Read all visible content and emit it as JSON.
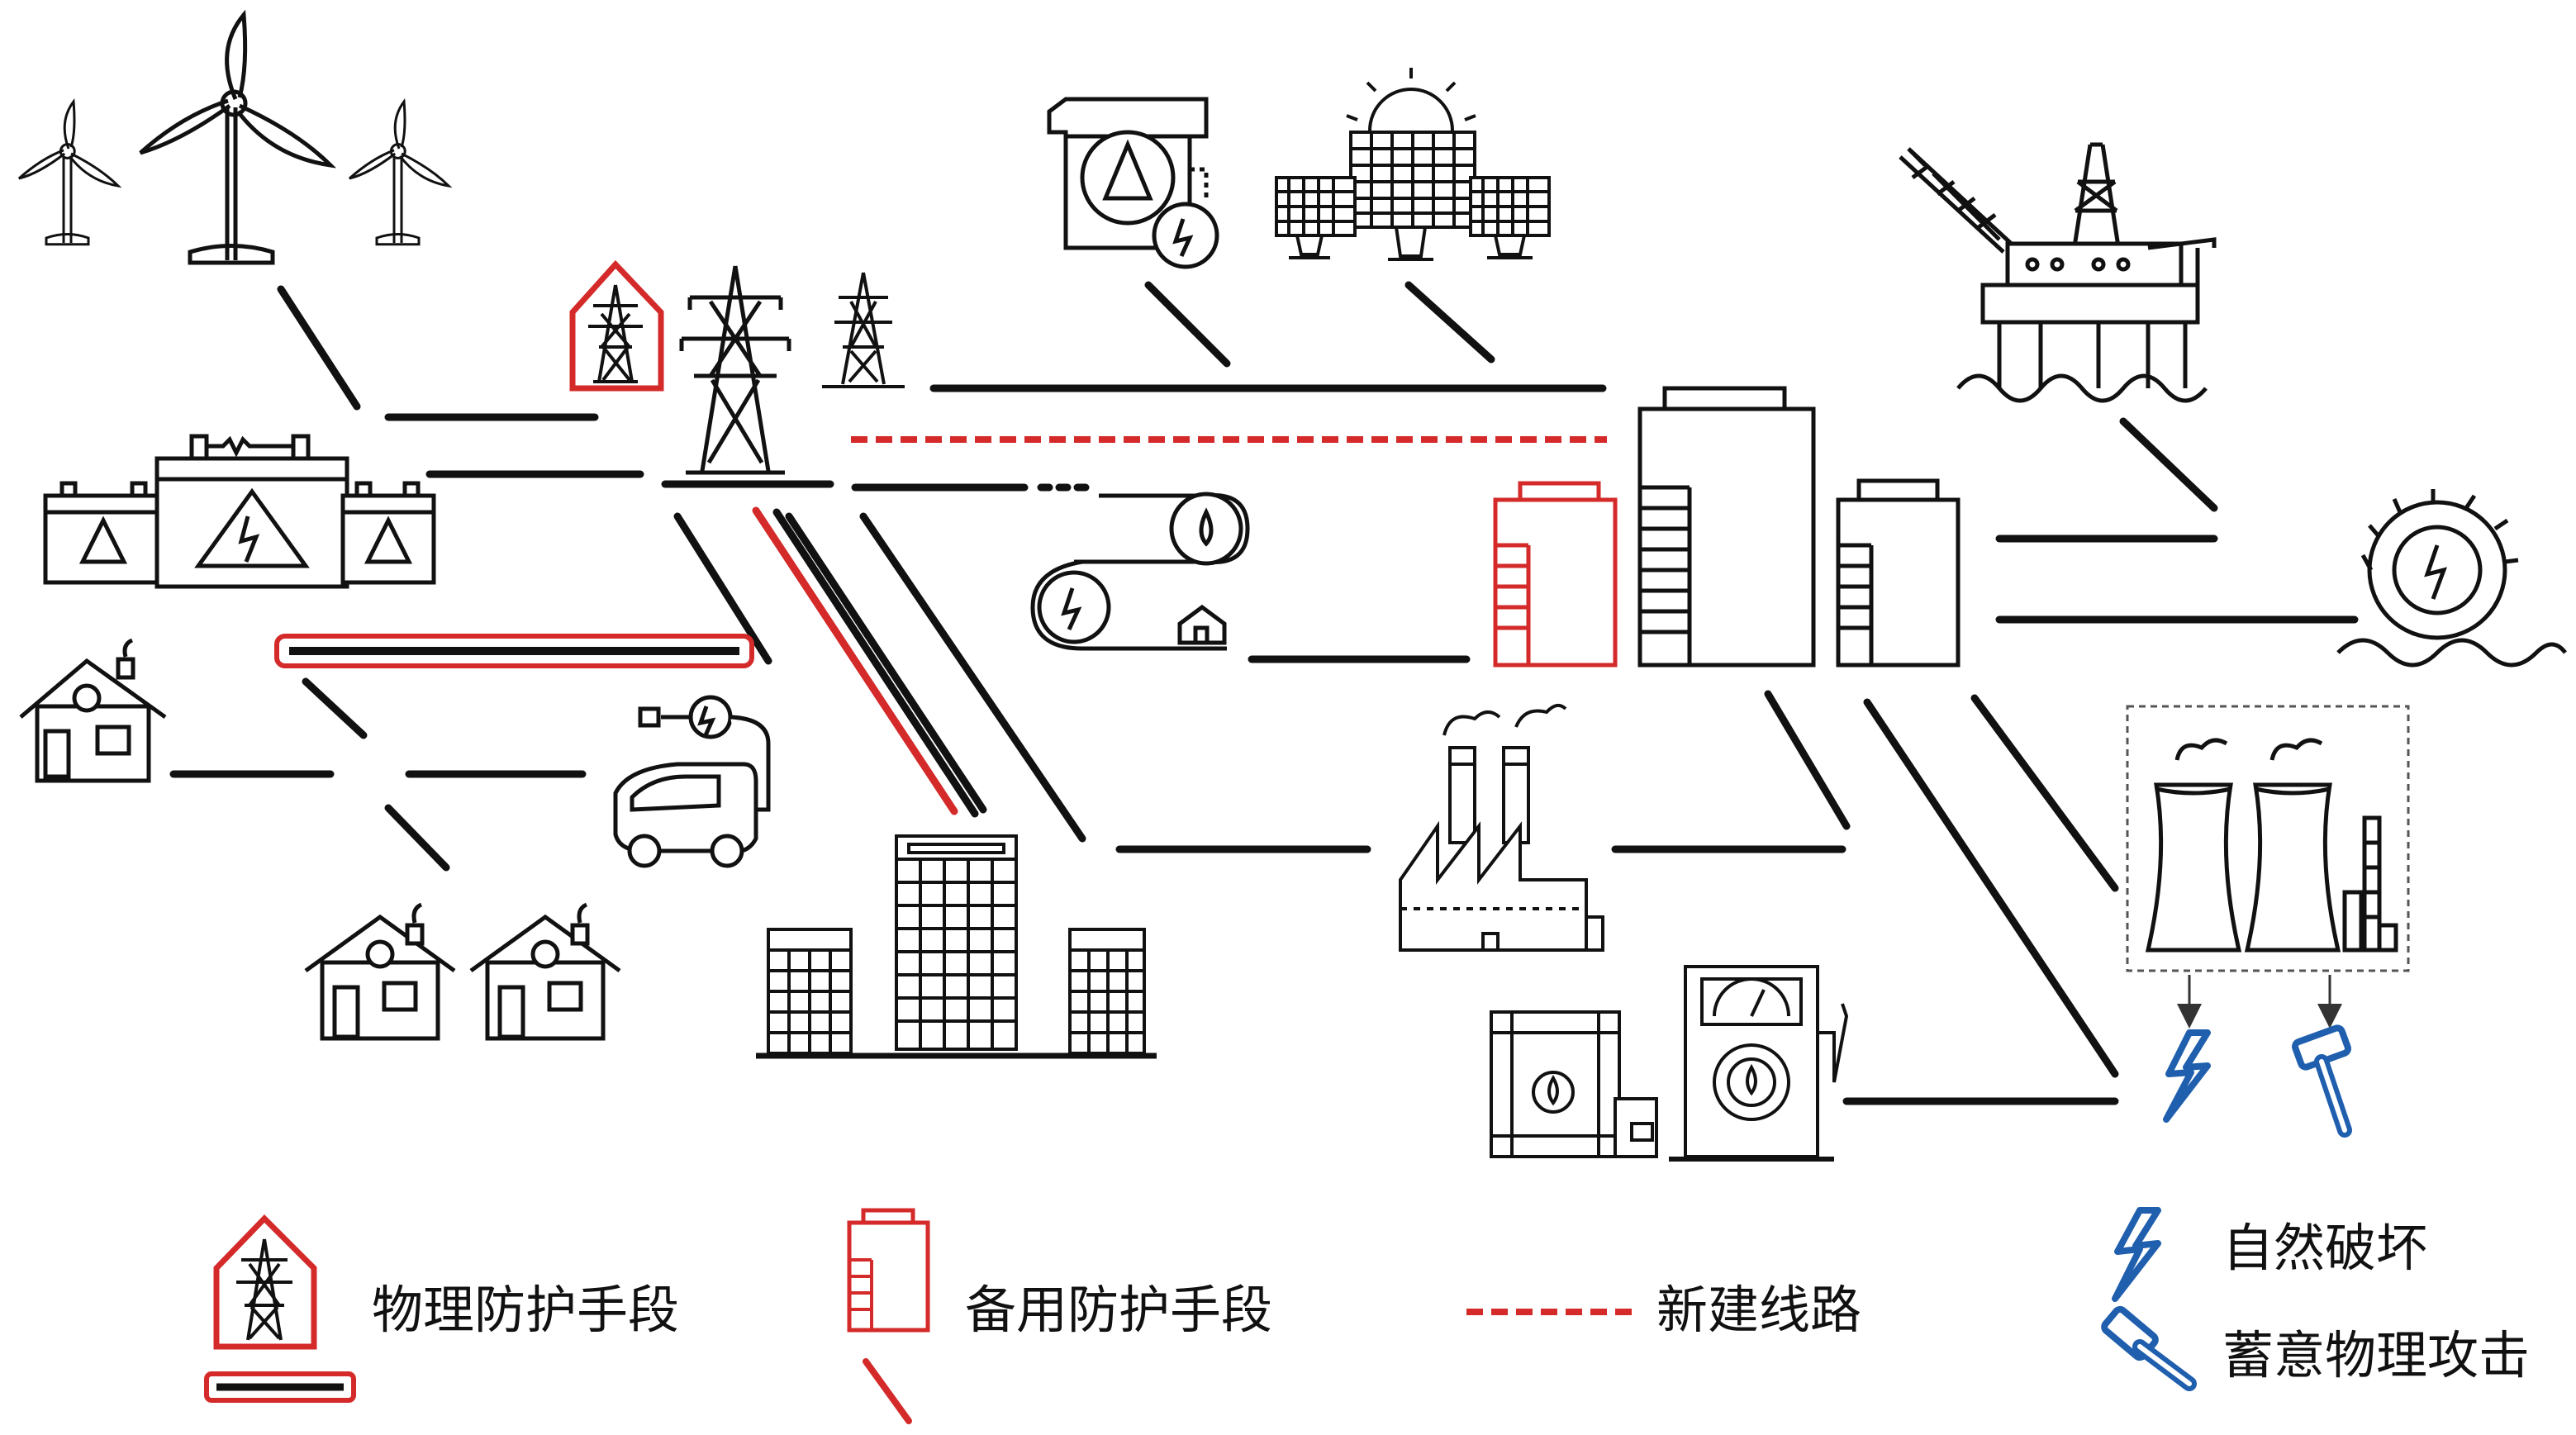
{
  "legend": {
    "physical_protection": "物理防护手段",
    "backup_protection": "备用防护手段",
    "new_line": "新建线路",
    "natural_damage": "自然破坏",
    "intentional_attack": "蓄意物理攻击"
  },
  "colors": {
    "line": "#111111",
    "protection_red": "#d42a2a",
    "attack_blue": "#1f5fae"
  },
  "icons": [
    "wind-turbine-icon",
    "substation-battery-icon",
    "house-icon",
    "electric-car-icon",
    "transmission-tower-icon",
    "nuclear-plant-icon",
    "solar-panel-icon",
    "hydro-plant-icon",
    "office-building-icon",
    "factory-icon",
    "fuel-station-icon",
    "oil-platform-icon",
    "tidal-generator-icon",
    "cooling-tower-plant-icon",
    "lightning-icon",
    "hammer-icon"
  ]
}
